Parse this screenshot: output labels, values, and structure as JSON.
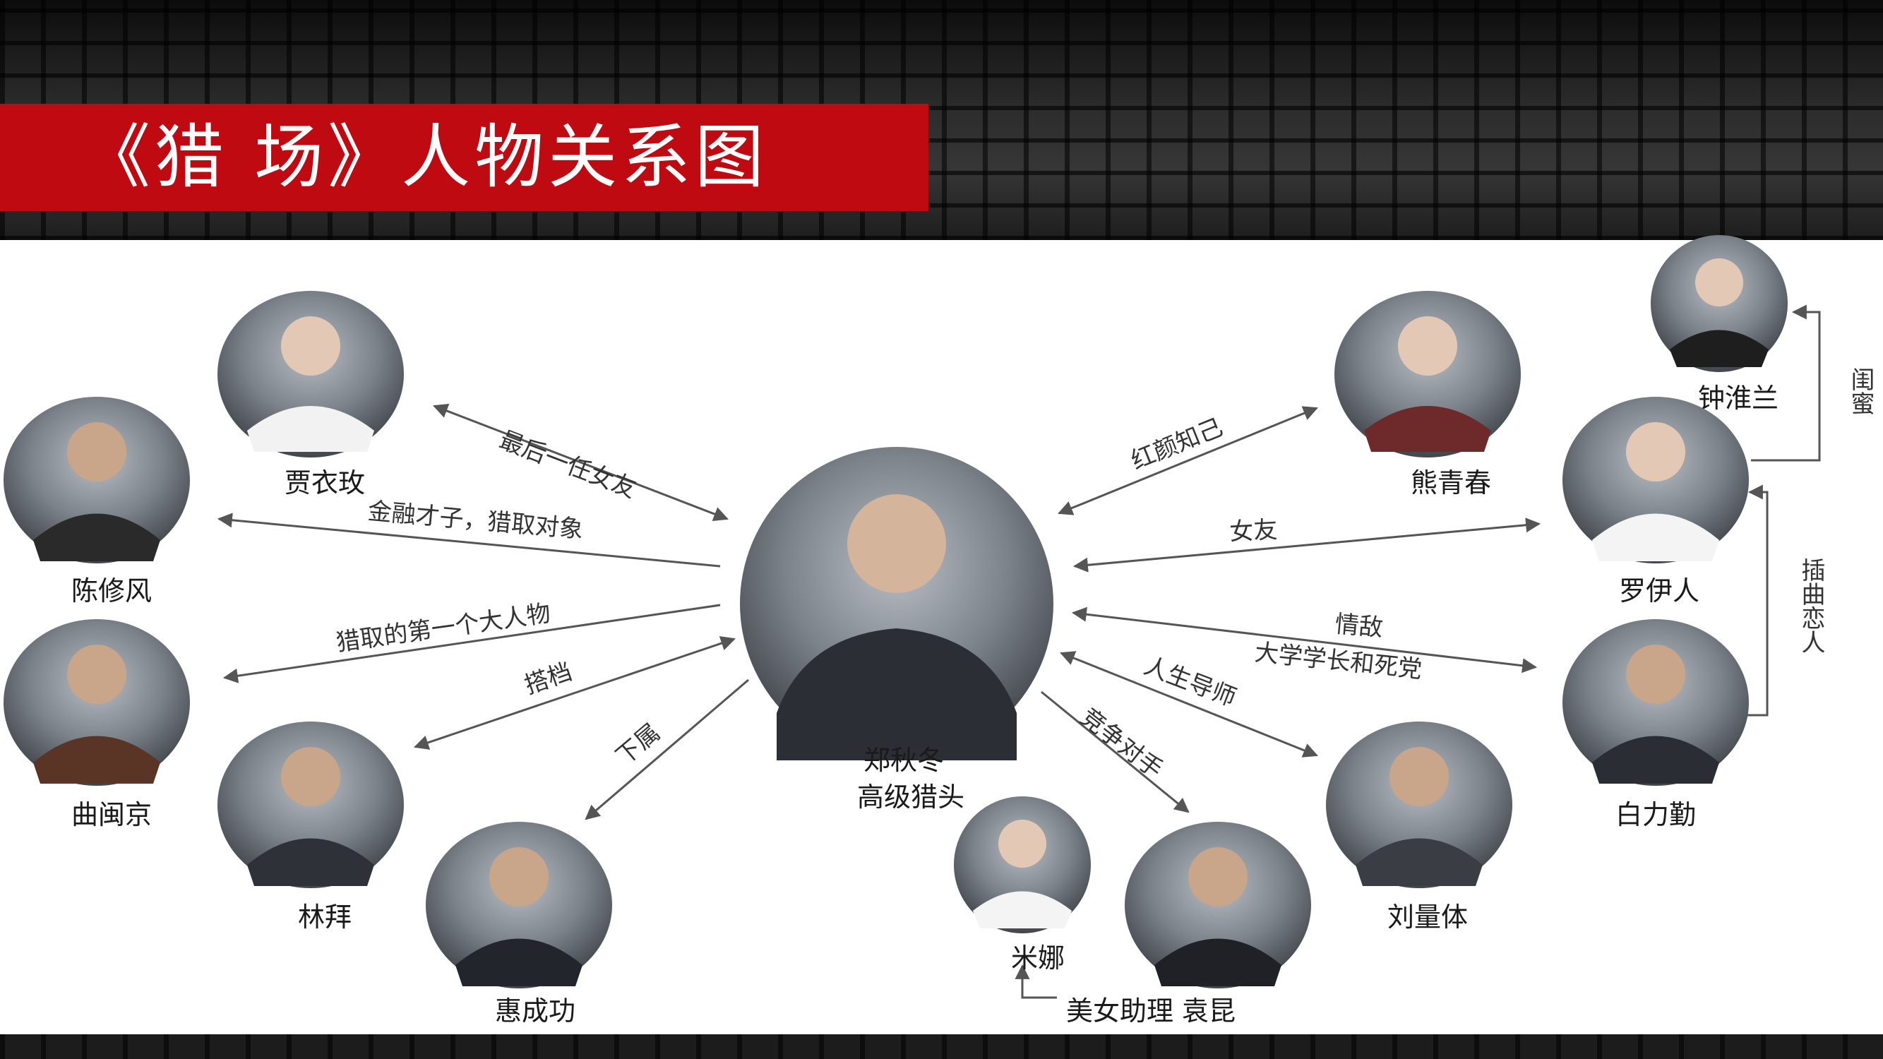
{
  "title": "《猎 场》人物关系图",
  "colors": {
    "title_bar": "#c00a12",
    "arrow": "#555555",
    "text": "#1a1a1a"
  },
  "people": {
    "zheng": {
      "name": "郑秋冬",
      "role": "高级猎头"
    },
    "jia": {
      "name": "贾衣玫"
    },
    "chen": {
      "name": "陈修风"
    },
    "qu": {
      "name": "曲闽京"
    },
    "lin": {
      "name": "林拜"
    },
    "hui": {
      "name": "惠成功"
    },
    "xiong": {
      "name": "熊青春"
    },
    "zhong": {
      "name": "钟淮兰"
    },
    "luo": {
      "name": "罗伊人"
    },
    "bai": {
      "name": "白力勤"
    },
    "liu": {
      "name": "刘量体"
    },
    "mi": {
      "name": "米娜"
    },
    "yuan": {
      "name": "美女助理 袁昆"
    }
  },
  "relations": {
    "jia": "最后一任女友",
    "chen": "金融才子，猎取对象",
    "qu": "猎取的第一个大人物",
    "lin": "搭档",
    "hui": "下属",
    "xiong": "红颜知己",
    "luo": "女友",
    "bai_1": "情敌",
    "bai_2": "大学学长和死党",
    "liu": "人生导师",
    "yuan": "竞争对手",
    "zhong_luo": "闺蜜",
    "luo_bai": "插曲恋人"
  }
}
